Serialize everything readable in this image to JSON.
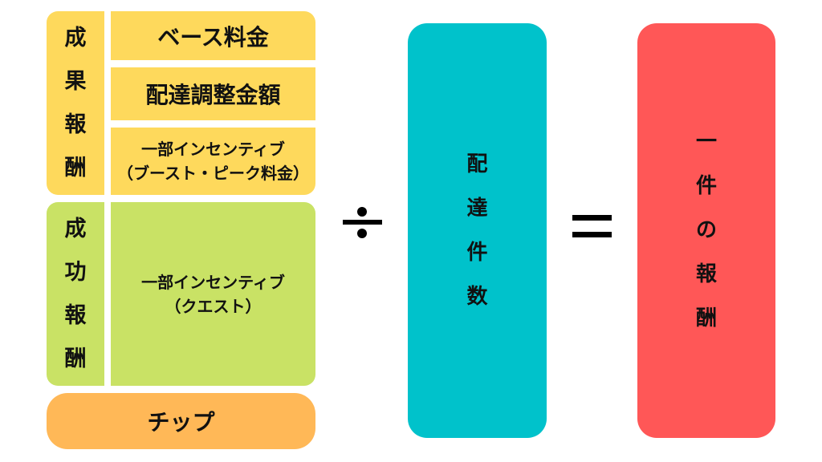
{
  "colors": {
    "yellow": "#fed95c",
    "green": "#c9e265",
    "orange": "#ffb857",
    "teal": "#00c2cb",
    "red": "#ff5757",
    "text": "#111111"
  },
  "left": {
    "performance_reward": {
      "label_chars": [
        "成",
        "果",
        "報",
        "酬"
      ],
      "items": [
        {
          "lines": [
            "ベース料金"
          ]
        },
        {
          "lines": [
            "配達調整金額"
          ]
        },
        {
          "lines": [
            "一部インセンティブ",
            "（ブースト・ピーク料金）"
          ]
        }
      ]
    },
    "success_reward": {
      "label_chars": [
        "成",
        "功",
        "報",
        "酬"
      ],
      "items": [
        {
          "lines": [
            "一部インセンティブ",
            "（クエスト）"
          ]
        }
      ]
    },
    "tip": {
      "label": "チップ"
    }
  },
  "operators": {
    "divide": "÷",
    "equals": "="
  },
  "divisor": {
    "label_chars": [
      "配",
      "達",
      "件",
      "数"
    ]
  },
  "result": {
    "label_chars": [
      "一",
      "件",
      "の",
      "報",
      "酬"
    ]
  }
}
